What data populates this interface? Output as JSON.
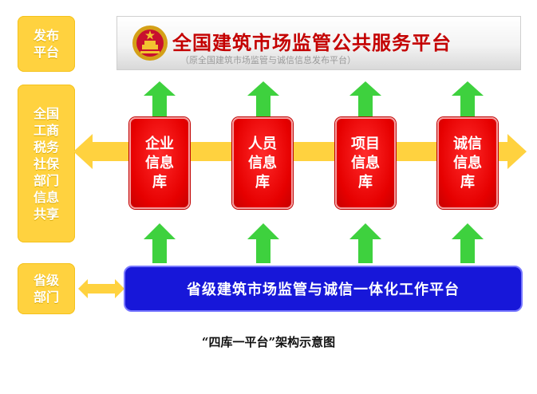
{
  "header": {
    "title": "全国建筑市场监管公共服务平台",
    "subtitle": "（原全国建筑市场监管与诚信信息发布平台）"
  },
  "sidebar": {
    "top": "发布平台",
    "middle": "全国工商税务社保部门信息共享",
    "bottom": "省级部门"
  },
  "databases": [
    {
      "label": "企业信息库"
    },
    {
      "label": "人员信息库"
    },
    {
      "label": "项目信息库"
    },
    {
      "label": "诚信信息库"
    }
  ],
  "platform": {
    "label": "省级建筑市场监管与诚信一体化工作平台"
  },
  "caption": "“四库一平台”架构示意图",
  "colors": {
    "yellow": "#ffd23f",
    "red": "#e60000",
    "green": "#3ed13e",
    "blue": "#1717d9",
    "title_red": "#c40000"
  },
  "icons": {
    "emblem": "national-emblem-icon"
  }
}
